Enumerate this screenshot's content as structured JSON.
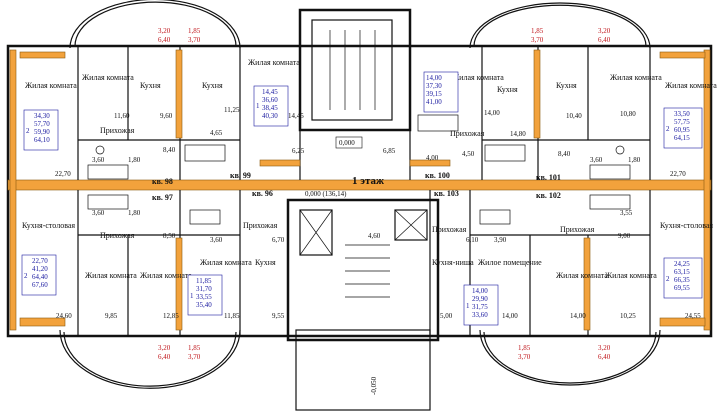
{
  "floor_title": "1 этаж",
  "stair_level": "0,000 (136,14)",
  "level_mark": "0,000",
  "bottom_mark": "-0,050",
  "apartments": {
    "kv96": "кв. 96",
    "kv97": "кв. 97",
    "kv98": "кв. 98",
    "kv99": "кв. 99",
    "kv100": "кв. 100",
    "kv101": "кв. 101",
    "kv102": "кв. 102",
    "kv103": "кв. 103"
  },
  "rooms": {
    "living": "Жилая комната",
    "kitchen": "Кухня",
    "hall": "Прихожая",
    "kitchen_dining": "Кухня-столовая",
    "kitchen_niche": "Кухня-ниша",
    "living_space": "Жилое помещение"
  },
  "area_boxes": [
    {
      "rooms": "2",
      "vals": [
        "34,30",
        "57,70",
        "59,90",
        "64,10"
      ]
    },
    {
      "rooms": "1",
      "vals": [
        "14,45",
        "36,60",
        "38,45",
        "40,30"
      ]
    },
    {
      "rooms": "1",
      "vals": [
        "14,00",
        "37,30",
        "39,15",
        "41,00"
      ]
    },
    {
      "rooms": "2",
      "vals": [
        "33,50",
        "57,75",
        "60,95",
        "64,15"
      ]
    },
    {
      "rooms": "2",
      "vals": [
        "22,70",
        "41,20",
        "64,40",
        "67,60"
      ]
    },
    {
      "rooms": "1",
      "vals": [
        "11,85",
        "31,70",
        "33,55",
        "35,40"
      ]
    },
    {
      "rooms": "1",
      "vals": [
        "14,00",
        "29,90",
        "31,75",
        "33,60"
      ]
    },
    {
      "rooms": "2",
      "vals": [
        "24,25",
        "63,15",
        "66,35",
        "69,55"
      ]
    }
  ],
  "dims": {
    "top_a": "3,20",
    "top_b": "6,40",
    "top_c": "1,85",
    "top_d": "3,70",
    "r_11_60": "11,60",
    "r_9_60": "9,60",
    "r_11_25": "11,25",
    "r_14_45": "14,45",
    "r_4_65": "4,65",
    "r_8_40": "8,40",
    "r_6_25": "6,25",
    "r_6_85": "6,85",
    "r_14_00": "14,00",
    "r_10_40": "10,40",
    "r_10_80": "10,80",
    "r_14_80": "14,80",
    "r_4_00": "4,00",
    "r_4_50": "4,50",
    "r_22_70": "22,70",
    "r_3_60": "3,60",
    "r_1_80": "1,80",
    "r_8_50": "8,50",
    "r_6_70": "6,70",
    "r_4_60": "4,60",
    "r_6_10": "6,10",
    "r_3_90": "3,90",
    "r_3_55": "3,55",
    "r_9_00": "9,00",
    "r_24_60": "24,60",
    "r_9_85": "9,85",
    "r_12_85": "12,85",
    "r_11_85": "11,85",
    "r_9_55": "9,55",
    "r_5_00": "5,00",
    "r_10_25": "10,25",
    "r_24_55": "24,55"
  },
  "colors": {
    "wall": "#111111",
    "insulation": "#f2a23c",
    "dim_red": "#c0161b",
    "area_blue": "#1a1aa0"
  }
}
